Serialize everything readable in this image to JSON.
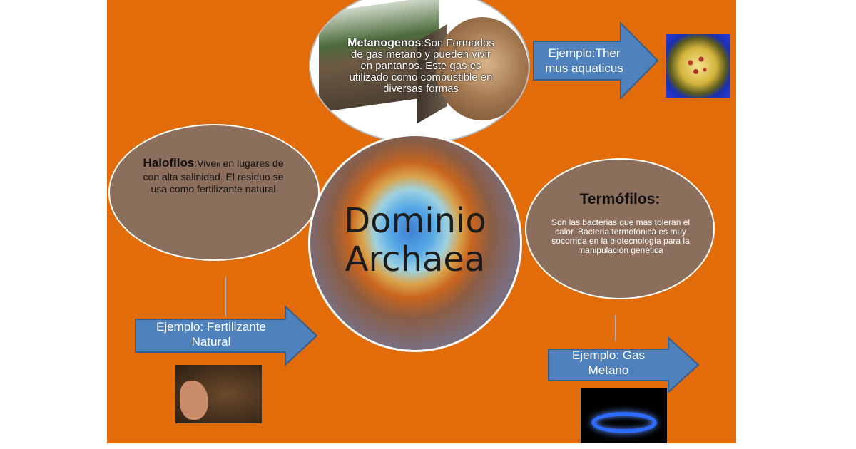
{
  "center": {
    "title_line1": "Dominio",
    "title_line2": "Archaea"
  },
  "metanogenos": {
    "term": "Metanogenos",
    "desc": ":Son Formados  de gas metano y pueden vivir  en pantanos. Este gas es utilizado  como combustible  en  diversas formas"
  },
  "halofilos": {
    "term": "Halofilos",
    "desc_a": ":Vive",
    "desc_b": "n",
    "desc_c": " en lugares de con alta salinidad. El residuo se usa como fertilizante natural"
  },
  "termofilos": {
    "heading": "Termófilos:",
    "desc": "Son las bacterias que mas toleran  el calor. Bacteria termofónica  es muy socorrida en la biotecnología  para la manipulación  genética"
  },
  "examples": {
    "thermus_line1": "Ejemplo:Ther",
    "thermus_line2": "mus aquaticus",
    "fertilizante_line1": "Ejemplo: Fertilizante",
    "fertilizante_line2": "Natural",
    "gas_line1": "Ejemplo: Gas",
    "gas_line2": "Metano"
  },
  "colors": {
    "background": "#e36c0a",
    "ellipse_fill": "#8c6e5c",
    "arrow_fill": "#4f81bd",
    "arrow_stroke": "#385d8a"
  }
}
